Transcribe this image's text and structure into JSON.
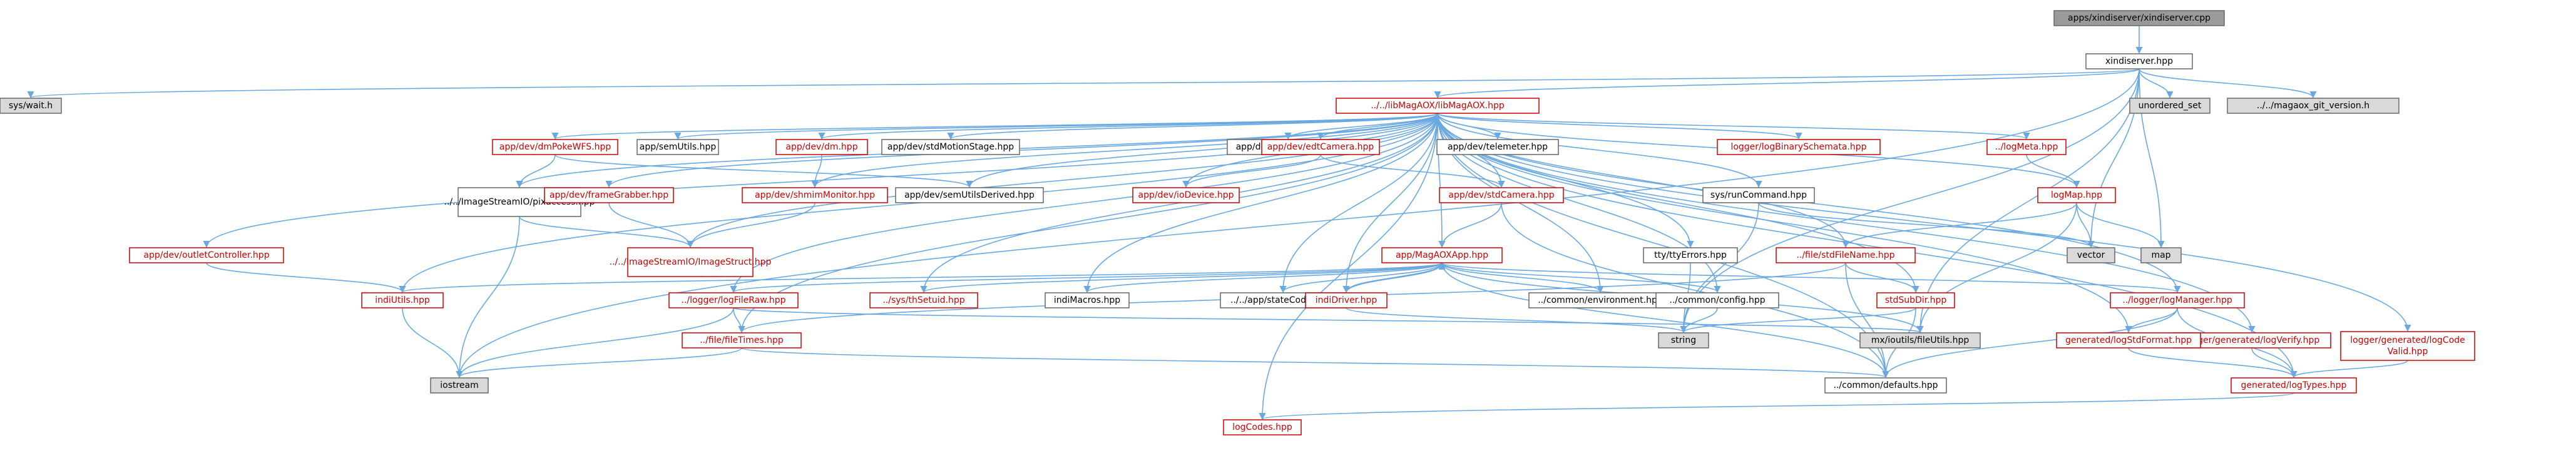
{
  "colors": {
    "edge": "#6aa8e0",
    "border_black": "#666666",
    "border_red": "#cc0000",
    "fill_white": "#ffffff",
    "fill_gray": "#d9d9d9",
    "fill_root": "#9a9a9a",
    "text_red": "#cc0000",
    "text_black": "#000000"
  },
  "nodes": [
    {
      "id": "root",
      "label": "apps/xindiserver/xindiserver.cpp",
      "style": "root"
    },
    {
      "id": "xindiserver",
      "label": "xindiserver.hpp",
      "style": "white"
    },
    {
      "id": "syswait",
      "label": "sys/wait.h",
      "style": "gray"
    },
    {
      "id": "unordered_set",
      "label": "unordered_set",
      "style": "gray"
    },
    {
      "id": "gitver",
      "label": "../../magaox_git_version.h",
      "style": "gray"
    },
    {
      "id": "libmagaox",
      "label": "../../libMagAOX/libMagAOX.hpp",
      "style": "red"
    },
    {
      "id": "dmpokewfs",
      "label": "app/dev/dmPokeWFS.hpp",
      "style": "red"
    },
    {
      "id": "semutils",
      "label": "app/semUtils.hpp",
      "style": "white"
    },
    {
      "id": "dm",
      "label": "app/dev/dm.hpp",
      "style": "red"
    },
    {
      "id": "stdmotion",
      "label": "app/dev/stdMotionStage.hpp",
      "style": "white"
    },
    {
      "id": "dssshutter",
      "label": "app/dev/dssShutter.hpp",
      "style": "white"
    },
    {
      "id": "edtcamera",
      "label": "app/dev/edtCamera.hpp",
      "style": "red"
    },
    {
      "id": "telemeter",
      "label": "app/dev/telemeter.hpp",
      "style": "white"
    },
    {
      "id": "logbinary",
      "label": "logger/logBinarySchemata.hpp",
      "style": "red"
    },
    {
      "id": "logmeta",
      "label": "../logMeta.hpp",
      "style": "red"
    },
    {
      "id": "pixaccess",
      "label": "../../ImageStreamIO/pixaccess.hpp",
      "style": "white"
    },
    {
      "id": "framegrabber",
      "label": "app/dev/frameGrabber.hpp",
      "style": "red"
    },
    {
      "id": "shmimmonitor",
      "label": "app/dev/shmimMonitor.hpp",
      "style": "red"
    },
    {
      "id": "semutilsderived",
      "label": "app/dev/semUtilsDerived.hpp",
      "style": "white"
    },
    {
      "id": "iodevice",
      "label": "app/dev/ioDevice.hpp",
      "style": "red"
    },
    {
      "id": "stdcamera",
      "label": "app/dev/stdCamera.hpp",
      "style": "red"
    },
    {
      "id": "runcommand",
      "label": "sys/runCommand.hpp",
      "style": "white"
    },
    {
      "id": "logmap",
      "label": "logMap.hpp",
      "style": "red"
    },
    {
      "id": "vector",
      "label": "vector",
      "style": "gray"
    },
    {
      "id": "map",
      "label": "map",
      "style": "gray"
    },
    {
      "id": "outletcontroller",
      "label": "app/dev/outletController.hpp",
      "style": "red"
    },
    {
      "id": "imagestruct",
      "label": "../../ImageStreamIO/ImageStruct.hpp",
      "style": "red"
    },
    {
      "id": "magaoxapp",
      "label": "app/MagAOXApp.hpp",
      "style": "red"
    },
    {
      "id": "ttyerrors",
      "label": "tty/ttyErrors.hpp",
      "style": "white"
    },
    {
      "id": "stdfilename",
      "label": "../file/stdFileName.hpp",
      "style": "red"
    },
    {
      "id": "indiutils",
      "label": "indiUtils.hpp",
      "style": "red"
    },
    {
      "id": "loggerfileraw",
      "label": "../logger/logFileRaw.hpp",
      "style": "red"
    },
    {
      "id": "thsetuid",
      "label": "../sys/thSetuid.hpp",
      "style": "red"
    },
    {
      "id": "indimacros",
      "label": "indiMacros.hpp",
      "style": "white"
    },
    {
      "id": "statecodes",
      "label": "../../app/stateCodes.hpp",
      "style": "white"
    },
    {
      "id": "indidriver",
      "label": "indiDriver.hpp",
      "style": "red"
    },
    {
      "id": "environment",
      "label": "../common/environment.hpp",
      "style": "white"
    },
    {
      "id": "config",
      "label": "../common/config.hpp",
      "style": "white"
    },
    {
      "id": "stdsubdir",
      "label": "stdSubDir.hpp",
      "style": "red"
    },
    {
      "id": "loggermanager",
      "label": "../logger/logManager.hpp",
      "style": "red"
    },
    {
      "id": "logverify",
      "label": "logger/generated/logVerify.hpp",
      "style": "red"
    },
    {
      "id": "logcodevalid",
      "label": "logger/generated/logCode\nValid.hpp",
      "style": "red"
    },
    {
      "id": "filetimes",
      "label": "../file/fileTimes.hpp",
      "style": "red"
    },
    {
      "id": "string",
      "label": "string",
      "style": "gray"
    },
    {
      "id": "mxfileutils",
      "label": "mx/ioutils/fileUtils.hpp",
      "style": "gray"
    },
    {
      "id": "logstdformat",
      "label": "generated/logStdFormat.hpp",
      "style": "red"
    },
    {
      "id": "iostream",
      "label": "iostream",
      "style": "gray"
    },
    {
      "id": "defaults",
      "label": "../common/defaults.hpp",
      "style": "white"
    },
    {
      "id": "logtypes",
      "label": "generated/logTypes.hpp",
      "style": "red"
    },
    {
      "id": "logcodes",
      "label": "logCodes.hpp",
      "style": "red"
    }
  ],
  "edges": [
    [
      "root",
      "xindiserver"
    ],
    [
      "xindiserver",
      "syswait"
    ],
    [
      "xindiserver",
      "unordered_set"
    ],
    [
      "xindiserver",
      "gitver"
    ],
    [
      "xindiserver",
      "libmagaox"
    ],
    [
      "xindiserver",
      "iostream"
    ],
    [
      "xindiserver",
      "vector"
    ],
    [
      "xindiserver",
      "map"
    ],
    [
      "xindiserver",
      "mxfileutils"
    ],
    [
      "xindiserver",
      "string"
    ],
    [
      "libmagaox",
      "dmpokewfs"
    ],
    [
      "libmagaox",
      "semutils"
    ],
    [
      "libmagaox",
      "dm"
    ],
    [
      "libmagaox",
      "stdmotion"
    ],
    [
      "libmagaox",
      "dssshutter"
    ],
    [
      "libmagaox",
      "edtcamera"
    ],
    [
      "libmagaox",
      "telemeter"
    ],
    [
      "libmagaox",
      "logbinary"
    ],
    [
      "libmagaox",
      "logmeta"
    ],
    [
      "libmagaox",
      "pixaccess"
    ],
    [
      "libmagaox",
      "framegrabber"
    ],
    [
      "libmagaox",
      "shmimmonitor"
    ],
    [
      "libmagaox",
      "semutilsderived"
    ],
    [
      "libmagaox",
      "iodevice"
    ],
    [
      "libmagaox",
      "stdcamera"
    ],
    [
      "libmagaox",
      "runcommand"
    ],
    [
      "libmagaox",
      "logmap"
    ],
    [
      "libmagaox",
      "outletcontroller"
    ],
    [
      "libmagaox",
      "imagestruct"
    ],
    [
      "libmagaox",
      "magaoxapp"
    ],
    [
      "libmagaox",
      "ttyerrors"
    ],
    [
      "libmagaox",
      "stdfilename"
    ],
    [
      "libmagaox",
      "indiutils"
    ],
    [
      "libmagaox",
      "loggerfileraw"
    ],
    [
      "libmagaox",
      "thsetuid"
    ],
    [
      "libmagaox",
      "indimacros"
    ],
    [
      "libmagaox",
      "statecodes"
    ],
    [
      "libmagaox",
      "indidriver"
    ],
    [
      "libmagaox",
      "environment"
    ],
    [
      "libmagaox",
      "config"
    ],
    [
      "libmagaox",
      "stdsubdir"
    ],
    [
      "libmagaox",
      "loggermanager"
    ],
    [
      "libmagaox",
      "logverify"
    ],
    [
      "libmagaox",
      "logcodevalid"
    ],
    [
      "libmagaox",
      "filetimes"
    ],
    [
      "libmagaox",
      "logstdformat"
    ],
    [
      "libmagaox",
      "defaults"
    ],
    [
      "libmagaox",
      "logtypes"
    ],
    [
      "libmagaox",
      "logcodes"
    ],
    [
      "dmpokewfs",
      "pixaccess"
    ],
    [
      "dmpokewfs",
      "semutilsderived"
    ],
    [
      "dm",
      "shmimmonitor"
    ],
    [
      "edtcamera",
      "iodevice"
    ],
    [
      "edtcamera",
      "stdcamera"
    ],
    [
      "logmeta",
      "logmap"
    ],
    [
      "pixaccess",
      "imagestruct"
    ],
    [
      "pixaccess",
      "iostream"
    ],
    [
      "framegrabber",
      "imagestruct"
    ],
    [
      "shmimmonitor",
      "imagestruct"
    ],
    [
      "stdcamera",
      "magaoxapp"
    ],
    [
      "stdcamera",
      "defaults"
    ],
    [
      "runcommand",
      "vector"
    ],
    [
      "runcommand",
      "string"
    ],
    [
      "logmap",
      "vector"
    ],
    [
      "logmap",
      "map"
    ],
    [
      "logmap",
      "stdfilename"
    ],
    [
      "logmap",
      "mxfileutils"
    ],
    [
      "outletcontroller",
      "indiutils"
    ],
    [
      "magaoxapp",
      "indiutils"
    ],
    [
      "magaoxapp",
      "loggerfileraw"
    ],
    [
      "magaoxapp",
      "thsetuid"
    ],
    [
      "magaoxapp",
      "indimacros"
    ],
    [
      "magaoxapp",
      "statecodes"
    ],
    [
      "magaoxapp",
      "indidriver"
    ],
    [
      "magaoxapp",
      "environment"
    ],
    [
      "magaoxapp",
      "config"
    ],
    [
      "magaoxapp",
      "loggermanager"
    ],
    [
      "magaoxapp",
      "mxfileutils"
    ],
    [
      "magaoxapp",
      "defaults"
    ],
    [
      "indidriver",
      "magaoxapp"
    ],
    [
      "indidriver",
      "string"
    ],
    [
      "ttyerrors",
      "string"
    ],
    [
      "stdfilename",
      "stdsubdir"
    ],
    [
      "stdfilename",
      "filetimes"
    ],
    [
      "stdfilename",
      "defaults"
    ],
    [
      "indiutils",
      "iostream"
    ],
    [
      "loggerfileraw",
      "filetimes"
    ],
    [
      "loggerfileraw",
      "iostream"
    ],
    [
      "loggerfileraw",
      "mxfileutils"
    ],
    [
      "stdsubdir",
      "string"
    ],
    [
      "stdsubdir",
      "defaults"
    ],
    [
      "loggermanager",
      "logstdformat"
    ],
    [
      "loggermanager",
      "logtypes"
    ],
    [
      "loggermanager",
      "defaults"
    ],
    [
      "logverify",
      "logtypes"
    ],
    [
      "logcodevalid",
      "logtypes"
    ],
    [
      "logstdformat",
      "logtypes"
    ],
    [
      "filetimes",
      "iostream"
    ],
    [
      "filetimes",
      "defaults"
    ],
    [
      "logtypes",
      "logcodes"
    ],
    [
      "config",
      "string"
    ]
  ]
}
